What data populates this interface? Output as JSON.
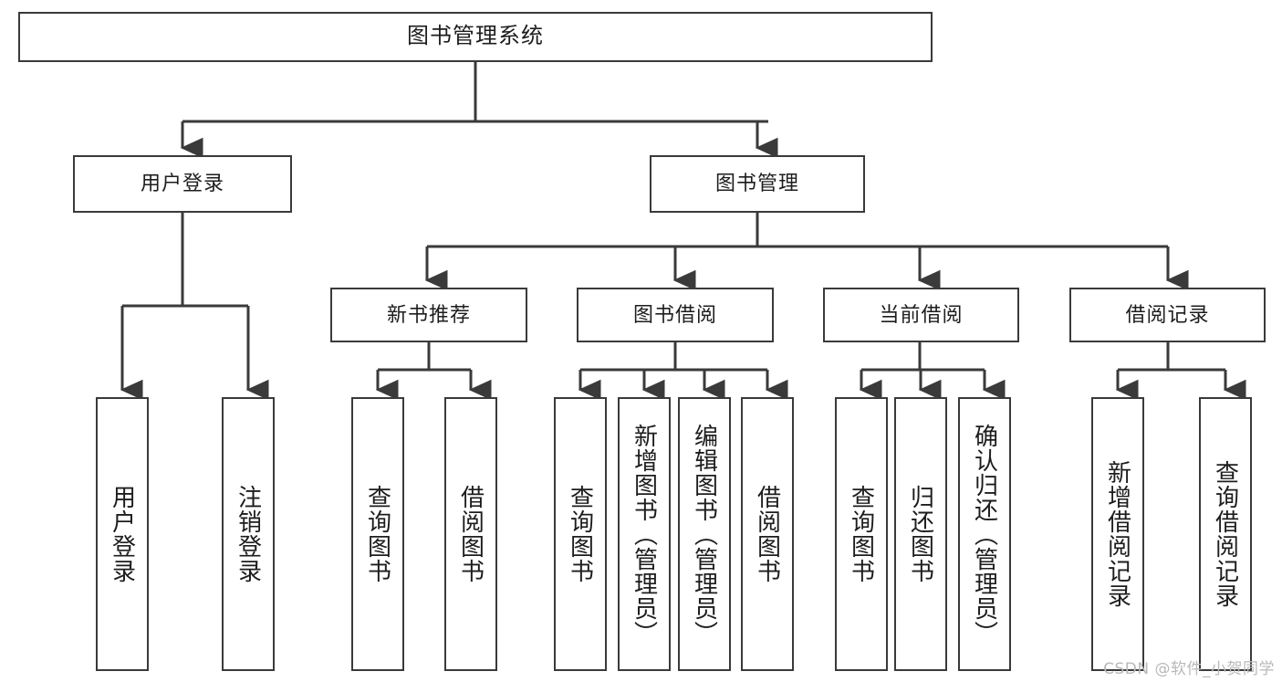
{
  "diagram": {
    "type": "tree",
    "title": "图书管理系统",
    "orientation": "top-down",
    "edge_style": "orthogonal-arrow",
    "colors": {
      "box_border": "#3a3a3a",
      "box_fill": "#ffffff",
      "edge": "#3a3a3a",
      "text": "#1d1d1d",
      "watermark": "#b9b9b9",
      "background": "#ffffff"
    },
    "root": {
      "label": "图书管理系统"
    },
    "level2": [
      {
        "id": "user-login",
        "label": "用户登录"
      },
      {
        "id": "book-manage",
        "label": "图书管理"
      }
    ],
    "level3": [
      {
        "id": "new-book-recommend",
        "label": "新书推荐"
      },
      {
        "id": "book-borrow",
        "label": "图书借阅"
      },
      {
        "id": "current-borrow",
        "label": "当前借阅"
      },
      {
        "id": "borrow-record",
        "label": "借阅记录"
      }
    ],
    "leaves": {
      "user_login": [
        {
          "id": "leaf-user-login",
          "label": "用户登录"
        },
        {
          "id": "leaf-user-logout",
          "label": "注销登录"
        }
      ],
      "new_book_recommend": [
        {
          "id": "leaf-query-book-1",
          "label": "查询图书"
        },
        {
          "id": "leaf-borrow-book-1",
          "label": "借阅图书"
        }
      ],
      "book_borrow": [
        {
          "id": "leaf-query-book-2",
          "label": "查询图书"
        },
        {
          "id": "leaf-add-book",
          "label": "新增图书（管理员）"
        },
        {
          "id": "leaf-edit-book",
          "label": "编辑图书（管理员）"
        },
        {
          "id": "leaf-borrow-book-2",
          "label": "借阅图书"
        }
      ],
      "current_borrow": [
        {
          "id": "leaf-query-book-3",
          "label": "查询图书"
        },
        {
          "id": "leaf-return-book",
          "label": "归还图书"
        },
        {
          "id": "leaf-confirm-return",
          "label": "确认归还（管理员）"
        }
      ],
      "borrow_record": [
        {
          "id": "leaf-add-record",
          "label": "新增借阅记录"
        },
        {
          "id": "leaf-query-record",
          "label": "查询借阅记录"
        }
      ]
    }
  },
  "watermark": {
    "text": "CSDN @软件_小贺同学"
  }
}
